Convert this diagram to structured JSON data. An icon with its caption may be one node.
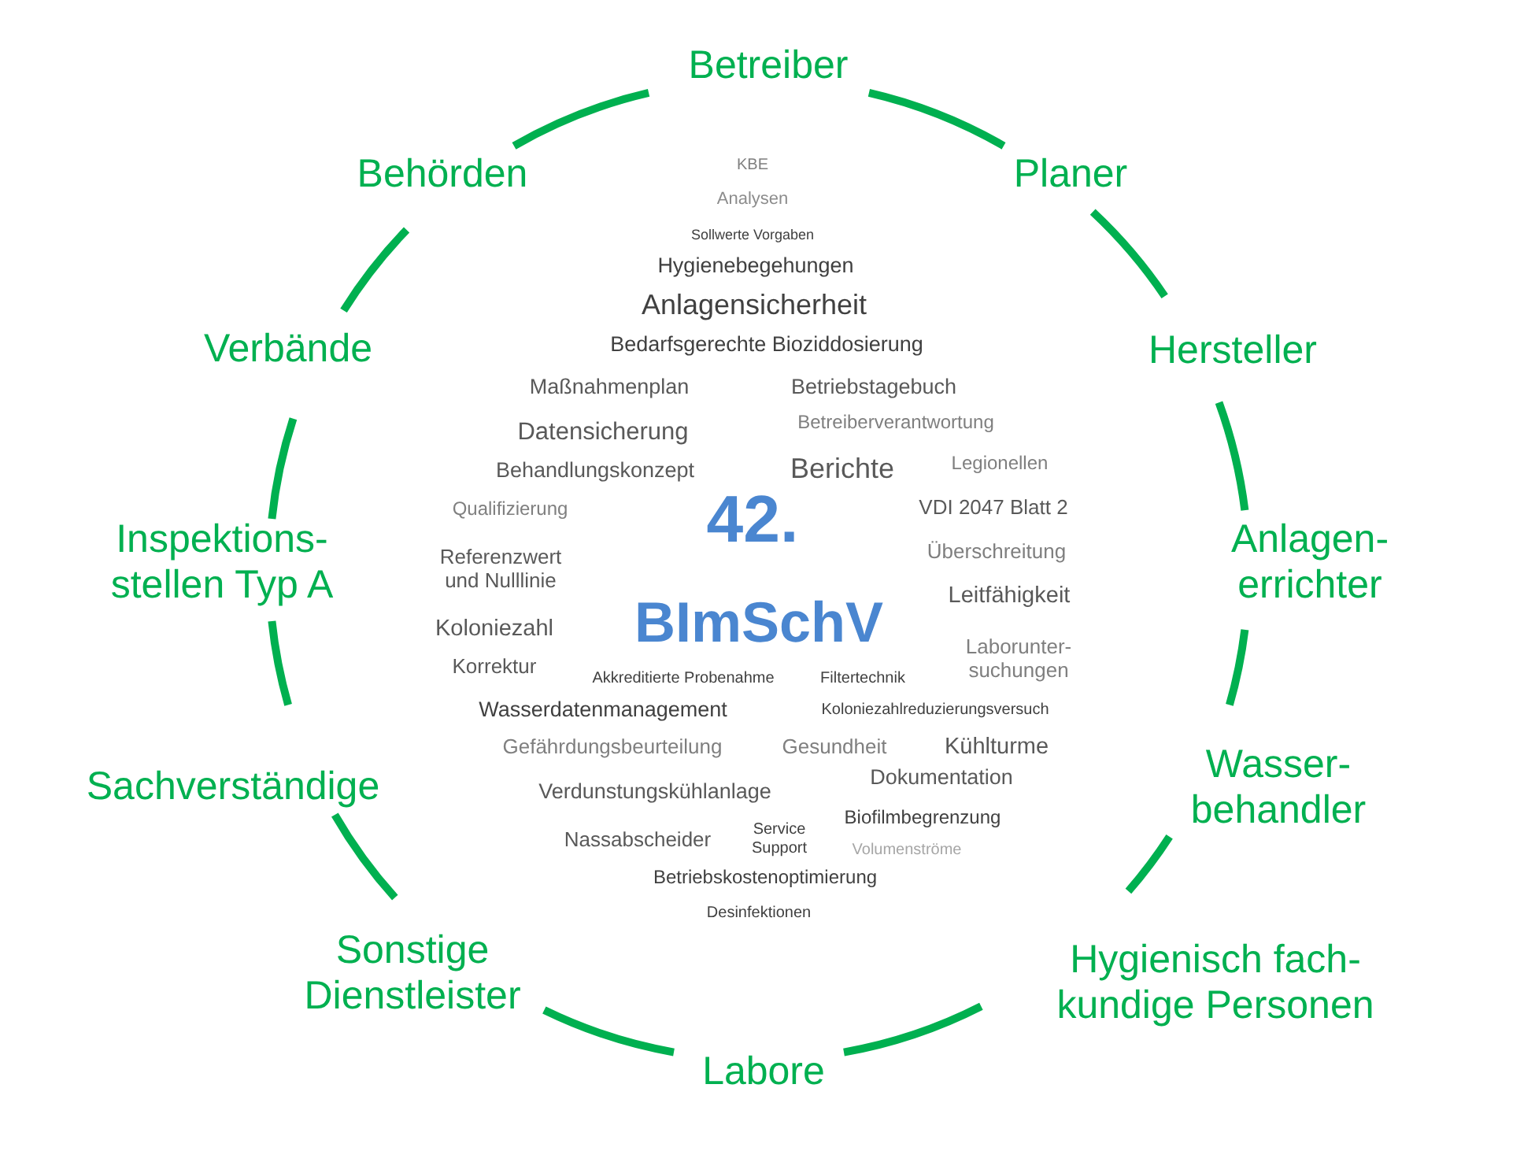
{
  "diagram": {
    "labels": [
      "Betreiber",
      "Behörden",
      "Planer",
      "Verbände",
      "Hersteller",
      "Inspektions- stellen Typ A",
      "Anlagen- errichter",
      "Sachverständige",
      "Wasser- behandler",
      "Sonstige Dienstleister",
      "Hygienisch fach- kundige Personen",
      "Labore",
      "KBE",
      "Analysen",
      "Sollwerte Vorgaben",
      "Hygienebegehungen",
      "Anlagensicherheit",
      "Bedarfsgerechte Bioziddosierung",
      "Maßnahmenplan",
      "Betriebstagebuch",
      "Datensicherung",
      "Betreiberverantwortung",
      "Behandlungskonzept",
      "Berichte",
      "Legionellen",
      "Qualifizierung",
      "VDI 2047 Blatt 2",
      "42.",
      "Referenzwert und Nulllinie",
      "Überschreitung",
      "Leitfähigkeit",
      "BImSchV",
      "Koloniezahl",
      "Laborunter- suchungen",
      "Korrektur",
      "Akkreditierte Probenahme",
      "Filtertechnik",
      "Wasserdatenmanagement",
      "Koloniezahlreduzierungsversuch",
      "Gefährdungsbeurteilung",
      "Gesundheit",
      "Kühlturme",
      "Verdunstungskühlanlage",
      "Dokumentation",
      "Biofilmbegrenzung",
      "Nassabscheider",
      "Service Support",
      "Volumenströme",
      "Betriebskostenoptimierung",
      "Desinfektionen"
    ]
  }
}
